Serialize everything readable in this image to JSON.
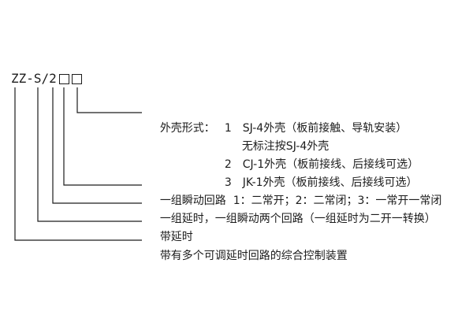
{
  "page": {
    "background": "#ffffff",
    "line_color": "#1c1c1c"
  },
  "model": {
    "code": "ZZ-S/2",
    "box_count": 2
  },
  "shell": {
    "heading": "外壳形式：",
    "options": [
      {
        "num": "1",
        "text": "SJ-4外壳（板前接触、导轨安装）"
      },
      {
        "num": "2",
        "text": "CJ-1外壳（板前接线、后接线可选）"
      },
      {
        "num": "3",
        "text": "JK-1外壳（板前接线、后接线可选）"
      }
    ],
    "note": "无标注按SJ-4外壳"
  },
  "callouts": [
    {
      "text": "一组瞬动回路  1：二常开；2：二常闭；3：一常开一常闭"
    },
    {
      "text": "一组延时，一组瞬动两个回路（一组延时为二开一转换）"
    },
    {
      "text": "带延时"
    },
    {
      "text": "带有多个可调延时回路的综合控制装置"
    }
  ]
}
